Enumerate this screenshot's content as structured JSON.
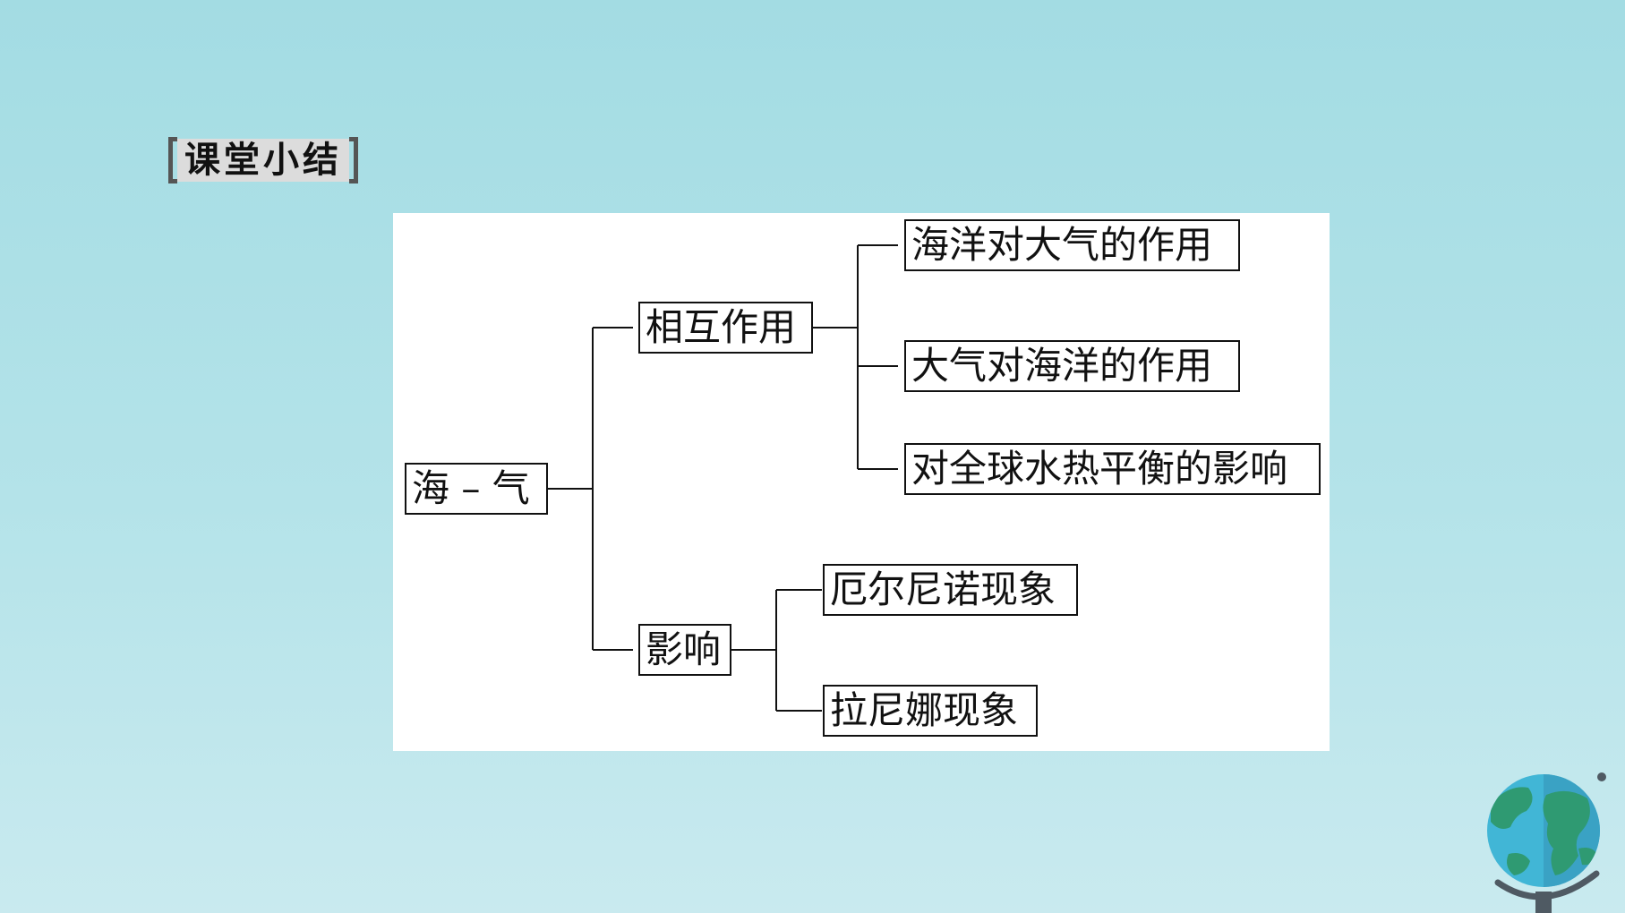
{
  "slide": {
    "section_title": "课堂小结"
  },
  "diagram": {
    "root": "海 – 气",
    "branches": [
      {
        "label": "相互作用",
        "children": [
          "海洋对大气的作用",
          "大气对海洋的作用",
          "对全球水热平衡的影响"
        ]
      },
      {
        "label": "影响",
        "children": [
          "厄尔尼诺现象",
          "拉尼娜现象"
        ]
      }
    ]
  },
  "colors": {
    "background_top": "#a3dce3",
    "background_bottom": "#c9eaef",
    "panel": "#ffffff",
    "line": "#111111",
    "title_bg": "#dcdcdc"
  },
  "icons": {
    "corner_decoration": "globe-icon"
  }
}
